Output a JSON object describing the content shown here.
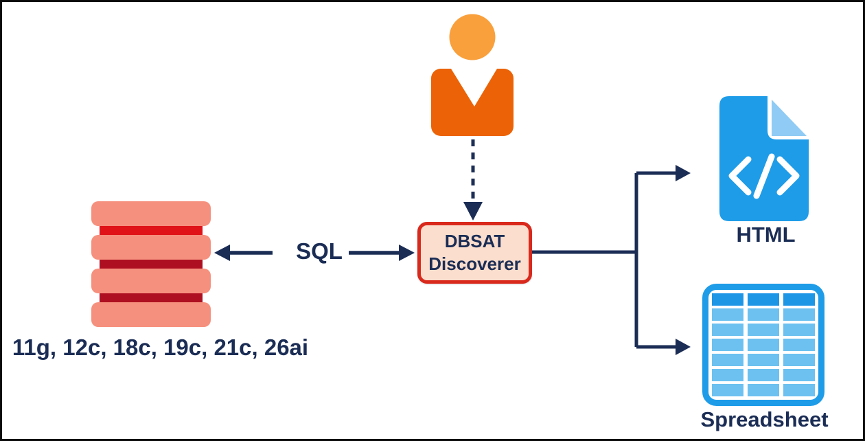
{
  "dbsat_node": {
    "line1": "DBSAT",
    "line2": "Discoverer"
  },
  "labels": {
    "sql": "SQL",
    "database_versions": "11g, 12c, 18c, 19c, 21c, 26ai",
    "html_output": "HTML",
    "spreadsheet_output": "Spreadsheet"
  },
  "icons": {
    "user": "person-icon",
    "database": "database-stack-icon",
    "html": "code-file-icon",
    "spreadsheet": "table-grid-icon"
  },
  "colors": {
    "navy": "#1B2D55",
    "node_fill": "#FBDECD",
    "node_border": "#D9291C",
    "db_salmon": "#F6907E",
    "db_red_bright": "#DF1318",
    "db_red_dark": "#AE1021",
    "head_orange": "#F9A03C",
    "body_orange": "#EB6306",
    "blue": "#1E9CE8",
    "blue_fold": "#8FCBF4",
    "cell_blue": "#6CC1F0",
    "cell_header_blue": "#1E96E6"
  }
}
